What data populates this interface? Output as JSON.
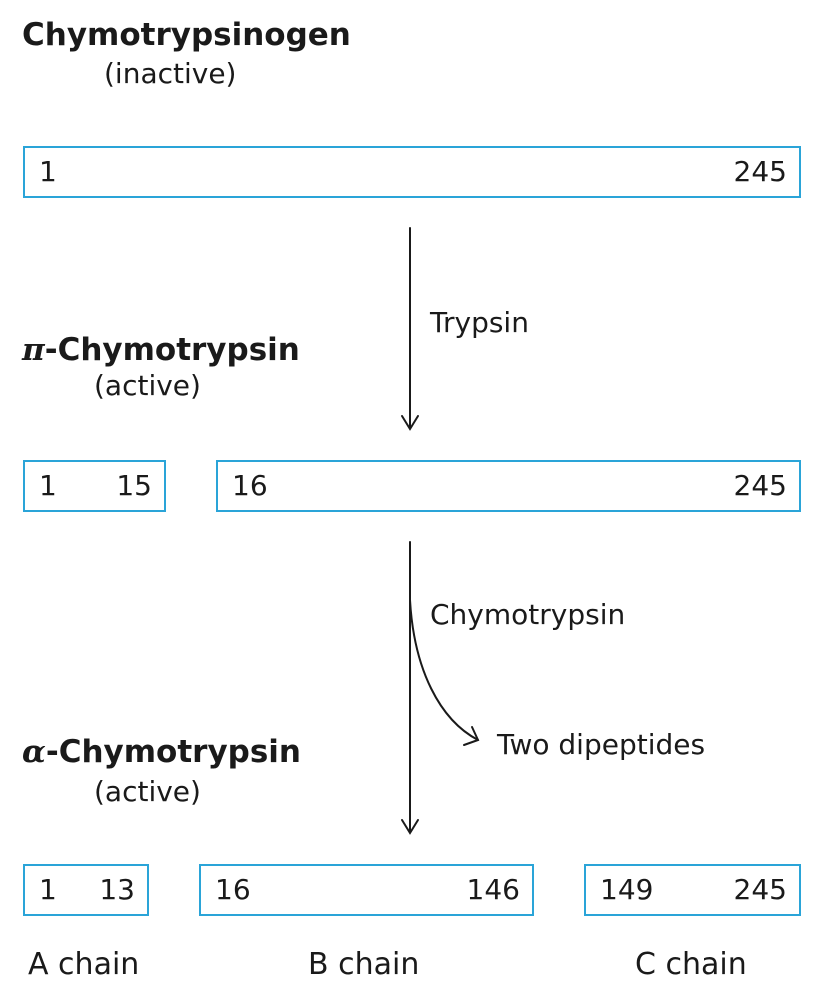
{
  "stage1": {
    "title": "Chymotrypsinogen",
    "state": "(inactive)",
    "chain": {
      "start": "1",
      "end": "245"
    }
  },
  "stage2": {
    "greek": "π",
    "title": "-Chymotrypsin",
    "state": "(active)",
    "fragments": [
      {
        "start": "1",
        "end": "15"
      },
      {
        "start": "16",
        "end": "245"
      }
    ]
  },
  "stage3": {
    "greek": "α",
    "title": "-Chymotrypsin",
    "state": "(active)",
    "fragments": [
      {
        "start": "1",
        "end": "13"
      },
      {
        "start": "16",
        "end": "146"
      },
      {
        "start": "149",
        "end": "245"
      }
    ]
  },
  "step1": {
    "enzyme": "Trypsin"
  },
  "step2": {
    "enzyme": "Chymotrypsin",
    "byproduct": "Two dipeptides"
  },
  "chains": [
    "A chain",
    "B chain",
    "C chain"
  ],
  "colors": {
    "box_border": "#2aa4d8",
    "text": "#1a1a1a"
  }
}
